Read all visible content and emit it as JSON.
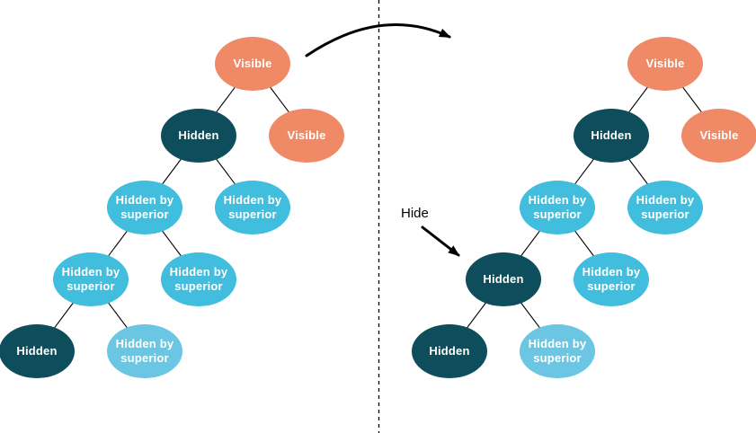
{
  "colors": {
    "visible_node": "#F08A66",
    "hidden_node": "#0E4D5C",
    "hidden_by_superior_node": "#41BDDD",
    "hidden_by_superior_node_light": "#6AC6E2",
    "node_text": "#FFFFFF",
    "edge_line": "#000000",
    "background": "#FFFFFF"
  },
  "annotations": {
    "hide_label": "Hide"
  },
  "left_tree": {
    "nodes": [
      {
        "label": "Visible",
        "state": "visible"
      },
      {
        "label": "Hidden",
        "state": "hidden"
      },
      {
        "label": "Visible",
        "state": "visible"
      },
      {
        "label": "Hidden by superior",
        "state": "hidden-by-superior"
      },
      {
        "label": "Hidden by superior",
        "state": "hidden-by-superior"
      },
      {
        "label": "Hidden by superior",
        "state": "hidden-by-superior"
      },
      {
        "label": "Hidden by superior",
        "state": "hidden-by-superior"
      },
      {
        "label": "Hidden",
        "state": "hidden"
      },
      {
        "label": "Hidden by superior",
        "state": "hidden-by-superior"
      }
    ]
  },
  "right_tree": {
    "nodes": [
      {
        "label": "Visible",
        "state": "visible"
      },
      {
        "label": "Hidden",
        "state": "hidden"
      },
      {
        "label": "Visible",
        "state": "visible"
      },
      {
        "label": "Hidden by superior",
        "state": "hidden-by-superior"
      },
      {
        "label": "Hidden by superior",
        "state": "hidden-by-superior"
      },
      {
        "label": "Hidden",
        "state": "hidden"
      },
      {
        "label": "Hidden by superior",
        "state": "hidden-by-superior"
      },
      {
        "label": "Hidden",
        "state": "hidden"
      },
      {
        "label": "Hidden by superior",
        "state": "hidden-by-superior"
      }
    ]
  }
}
